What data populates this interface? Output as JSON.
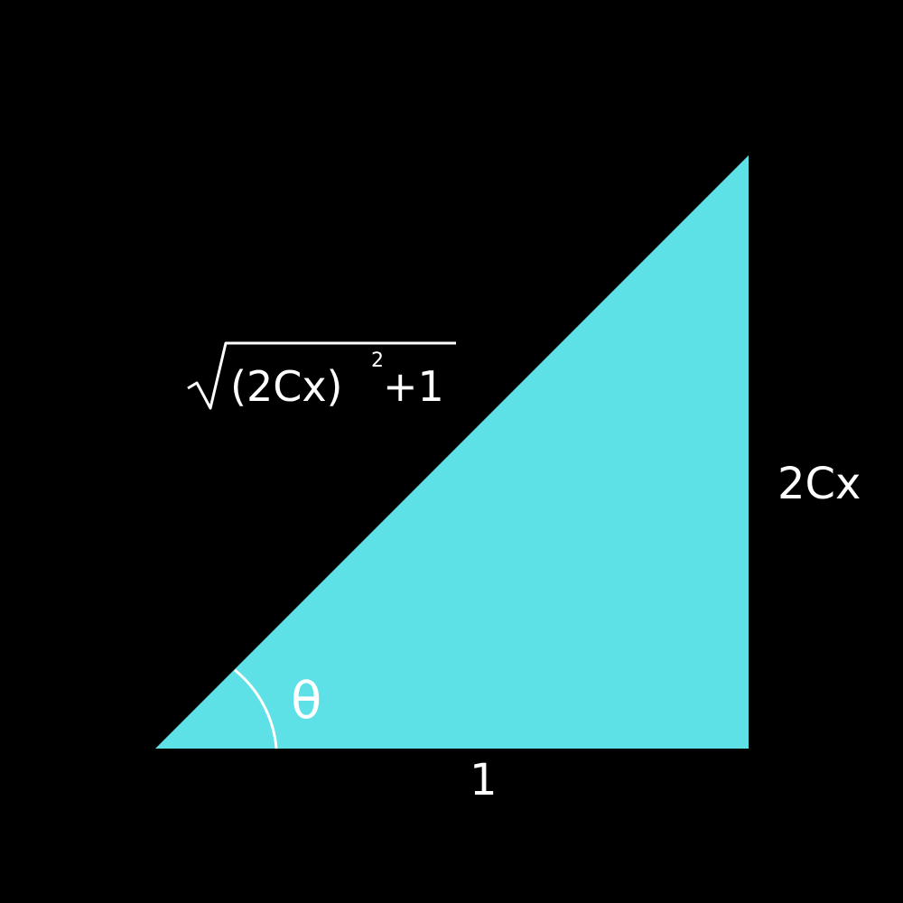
{
  "diagram": {
    "triangle_fill": "#5ee1e6",
    "background": "#000000",
    "line_color": "#ffffff",
    "hypotenuse": {
      "expression": "(2Cx)",
      "exponent": "2",
      "suffix": "+1"
    },
    "opposite_label": "2Cx",
    "adjacent_label": "1",
    "angle_label": "θ"
  }
}
